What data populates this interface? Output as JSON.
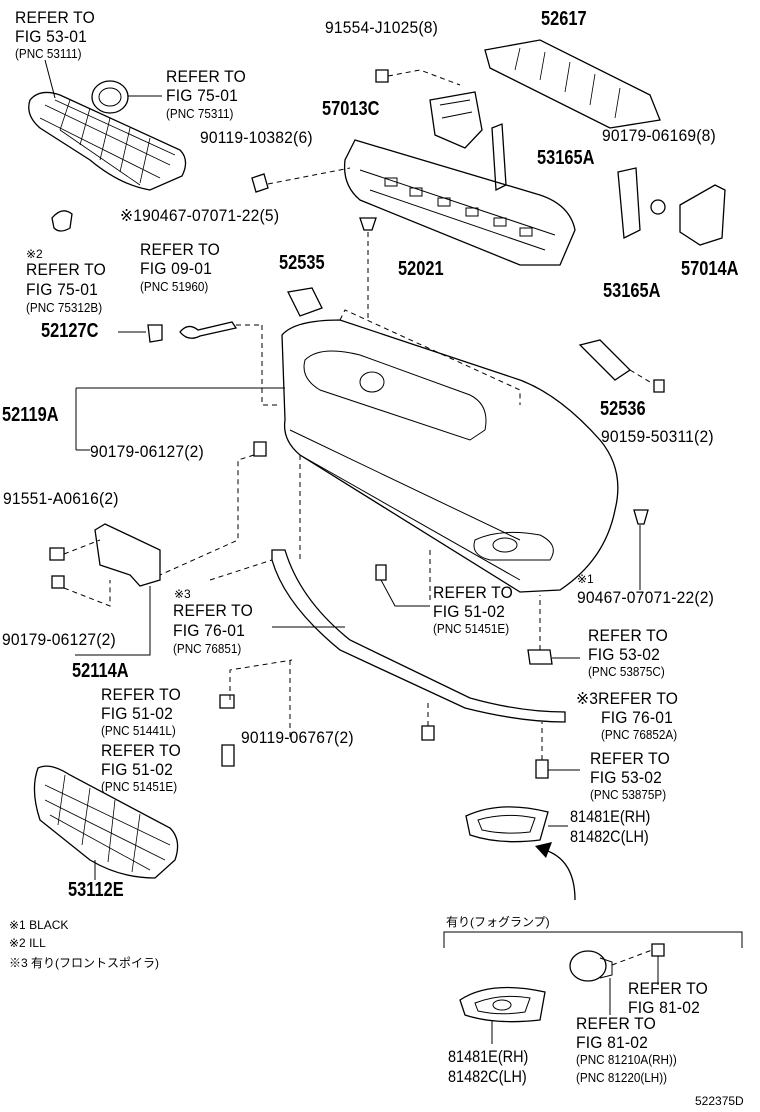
{
  "labels": {
    "refer_53_01_a": "REFER TO",
    "refer_53_01_b": "FIG 53-01",
    "refer_53_01_c": "(PNC 53111)",
    "refer_75_01_a": "REFER TO",
    "refer_75_01_b": "FIG 75-01",
    "refer_75_01_c": "(PNC 75311)",
    "p91554": "91554-J1025(8)",
    "p52617": "52617",
    "p57013c": "57013C",
    "p90119_10382": "90119-10382(6)",
    "p90179_06169": "90179-06169(8)",
    "p53165a_top": "53165A",
    "p90467_top": "※190467-07071-22(5)",
    "p52021": "52021",
    "p53165a_bot": "53165A",
    "p57014a": "57014A",
    "mark2": "※2",
    "refer_75_01b_a": "REFER TO",
    "refer_75_01b_b": "FIG 75-01",
    "refer_75_01b_c": "(PNC 75312B)",
    "refer_09_01_a": "REFER TO",
    "refer_09_01_b": "FIG 09-01",
    "refer_09_01_c": "(PNC 51960)",
    "p52535": "52535",
    "p52127c": "52127C",
    "p52119a": "52119A",
    "p52536": "52536",
    "p90159": "90159-50311(2)",
    "p90179_06127_top": "90179-06127(2)",
    "p91551": "91551-A0616(2)",
    "mark3_a": "※3",
    "refer_76_01_a": "REFER TO",
    "refer_76_01_b": "FIG 76-01",
    "refer_76_01_c": "(PNC 76851)",
    "refer_51_02_a": "REFER TO",
    "refer_51_02_b": "FIG 51-02",
    "refer_51_02_c": "(PNC 51451E)",
    "mark1": "※1",
    "p90467_bot": "90467-07071-22(2)",
    "p90179_06127_bot": "90179-06127(2)",
    "p52114a": "52114A",
    "refer_53_02_a": "REFER TO",
    "refer_53_02_b": "FIG 53-02",
    "refer_53_02_c": "(PNC 53875C)",
    "refer_51_02b_a": "REFER TO",
    "refer_51_02b_b": "FIG 51-02",
    "refer_51_02b_c": "(PNC 51441L)",
    "mark3_b": "※3REFER TO",
    "refer_76_01b_b": "FIG 76-01",
    "refer_76_01b_c": "(PNC 76852A)",
    "p90119_06767": "90119-06767(2)",
    "refer_51_02c_a": "REFER TO",
    "refer_51_02c_b": "FIG 51-02",
    "refer_51_02c_c": "(PNC 51451E)",
    "refer_53_02b_a": "REFER TO",
    "refer_53_02b_b": "FIG 53-02",
    "refer_53_02b_c": "(PNC 53875P)",
    "p81481e_a": "81481E(RH)",
    "p81482c_a": "81482C(LH)",
    "p53112e": "53112E",
    "note1": "※1 BLACK",
    "note2": "※2 ILL",
    "note3": "※3 有り(フロントスポイラ)",
    "fog_header": "有り(フォグランプ)",
    "refer_81_02_a": "REFER TO",
    "refer_81_02_b": "FIG 81-02",
    "refer_81_02b_a": "REFER TO",
    "refer_81_02b_b": "FIG 81-02",
    "refer_81_02b_c": "(PNC 81210A(RH))",
    "refer_81_02b_d": "(PNC 81220(LH))",
    "p81481e_b": "81481E(RH)",
    "p81482c_b": "81482C(LH)",
    "diagram_id": "522375D"
  }
}
